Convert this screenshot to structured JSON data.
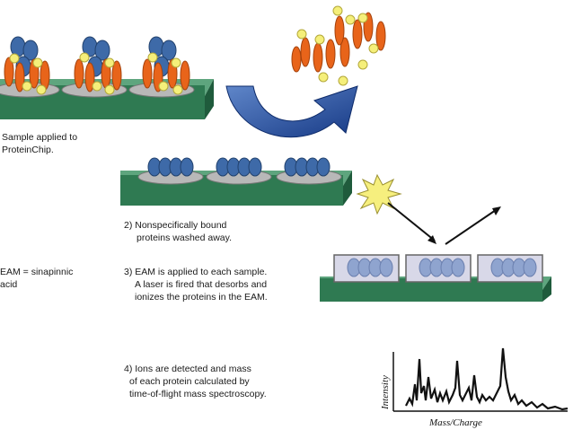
{
  "steps": [
    {
      "lines": [
        "Sample applied to",
        "ProteinChip."
      ]
    },
    {
      "lines": [
        "2) Nonspecifically bound",
        "proteins washed away."
      ]
    },
    {
      "lines": [
        "3) EAM is applied to each sample.",
        "A laser is fired that desorbs and",
        "ionizes the proteins in the EAM."
      ]
    },
    {
      "lines": [
        "4) Ions are detected and mass",
        "of each protein calculated by",
        "time-of-flight mass spectroscopy."
      ]
    }
  ],
  "eam_note": {
    "lines": [
      "EAM = sinapinnic",
      "acid"
    ]
  },
  "spectrum": {
    "x_label": "Mass/Charge",
    "y_label": "Intensity"
  },
  "colors": {
    "chip_green": "#2f7a52",
    "protein_blue": "#3e6aa8",
    "protein_orange": "#e8641a",
    "protein_yellow": "#f5ef7a",
    "arrow_blue": "#1a3d8c",
    "laser_yellow": "#f6ef7e"
  }
}
